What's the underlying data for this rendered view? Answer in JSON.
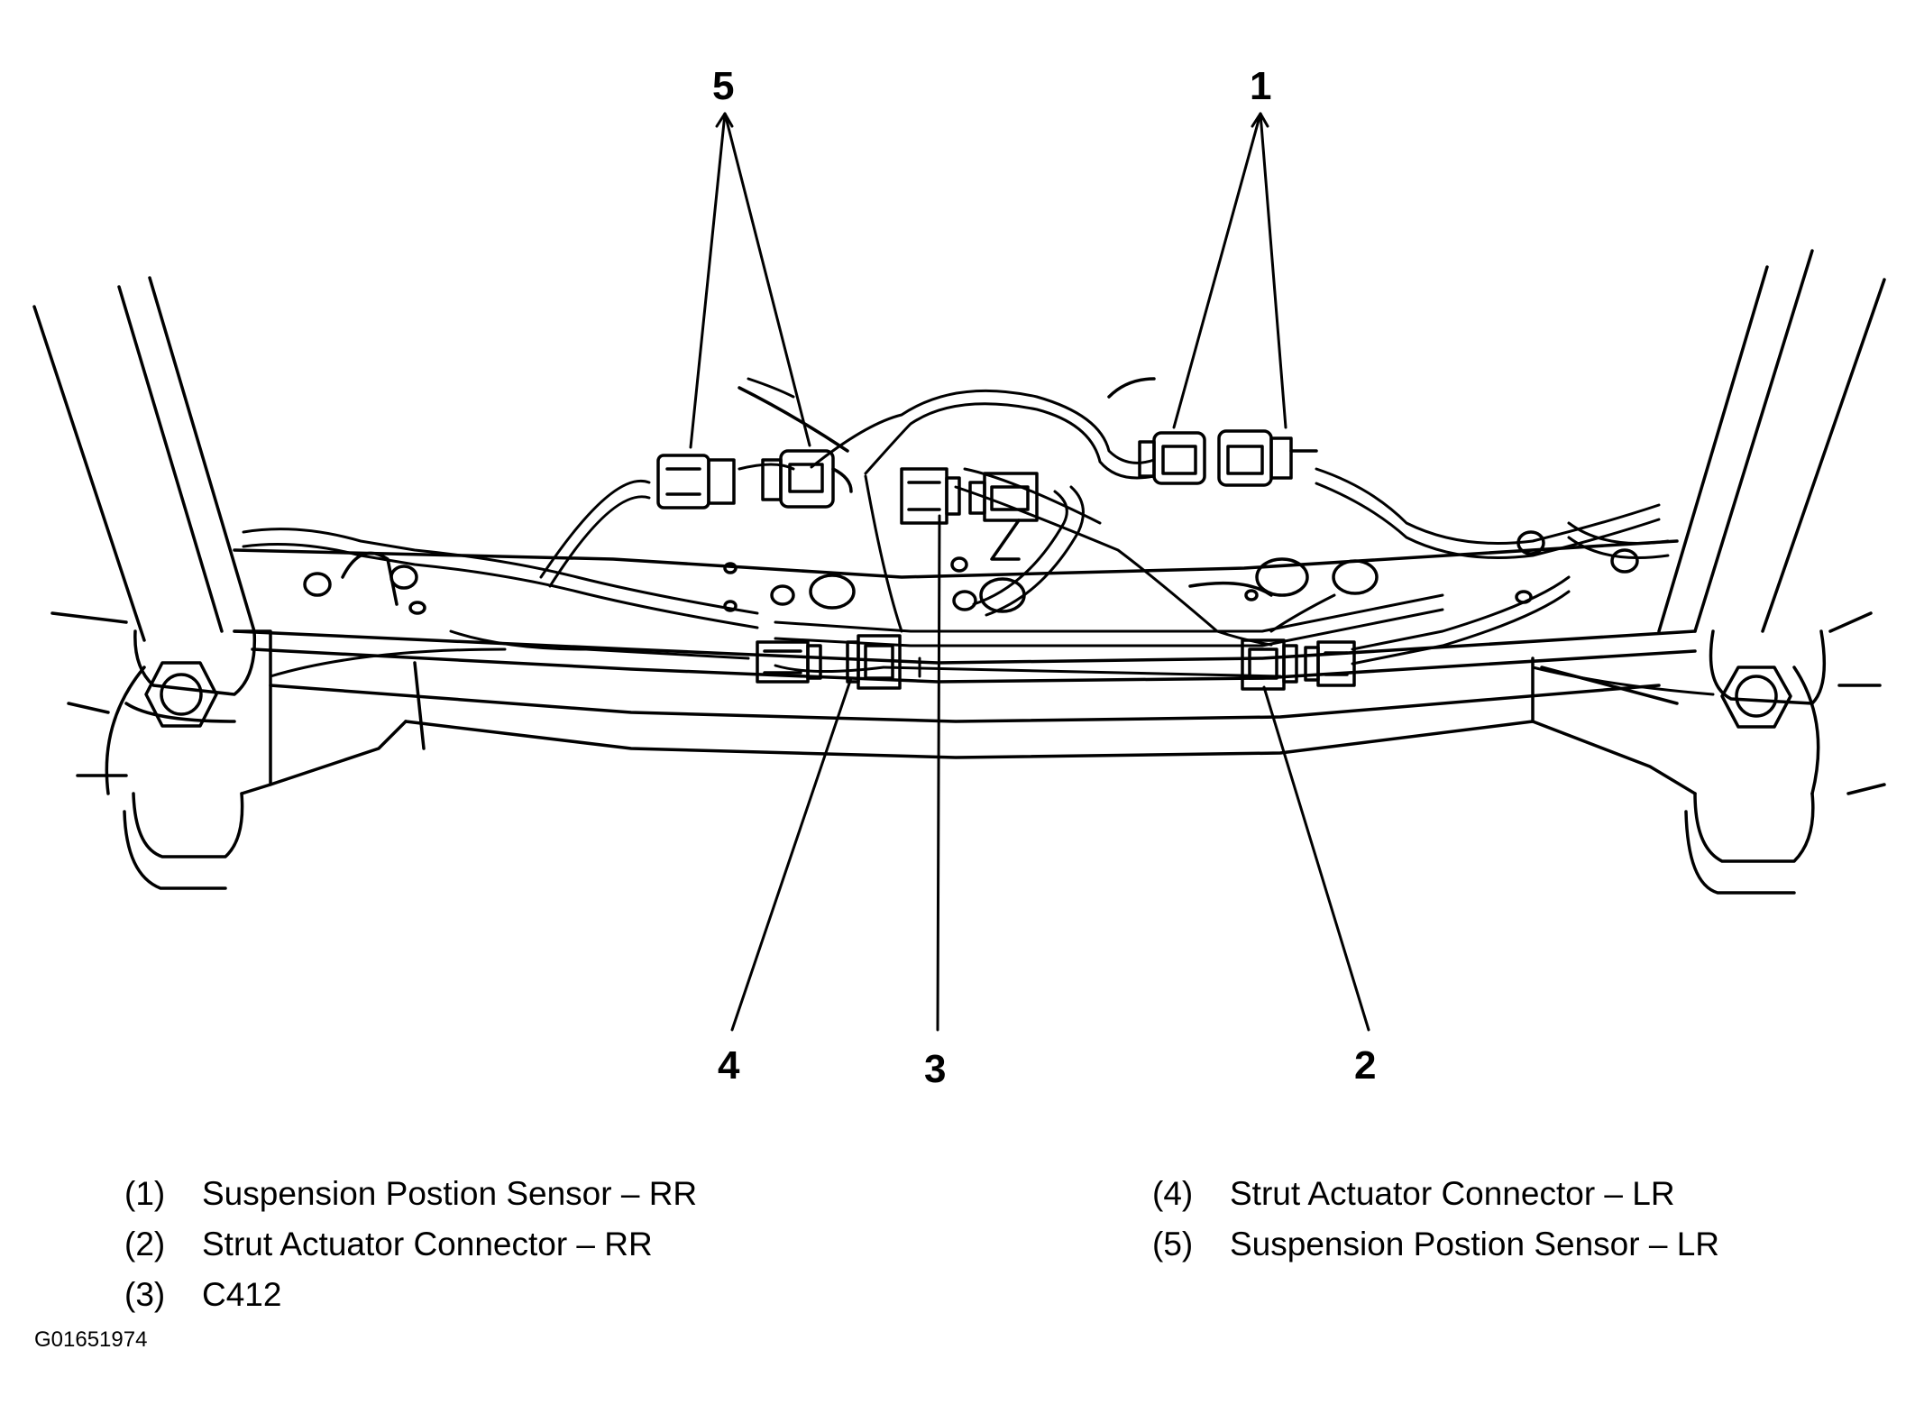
{
  "callouts": {
    "c1": "1",
    "c2": "2",
    "c3": "3",
    "c4": "4",
    "c5": "5"
  },
  "legend": {
    "left": [
      {
        "num": "(1)",
        "text": "Suspension Postion Sensor – RR"
      },
      {
        "num": "(2)",
        "text": "Strut Actuator Connector – RR"
      },
      {
        "num": "(3)",
        "text": "C412"
      }
    ],
    "right": [
      {
        "num": "(4)",
        "text": "Strut Actuator Connector – LR"
      },
      {
        "num": "(5)",
        "text": "Suspension Postion Sensor – LR"
      }
    ]
  },
  "figure_id": "G01651974"
}
